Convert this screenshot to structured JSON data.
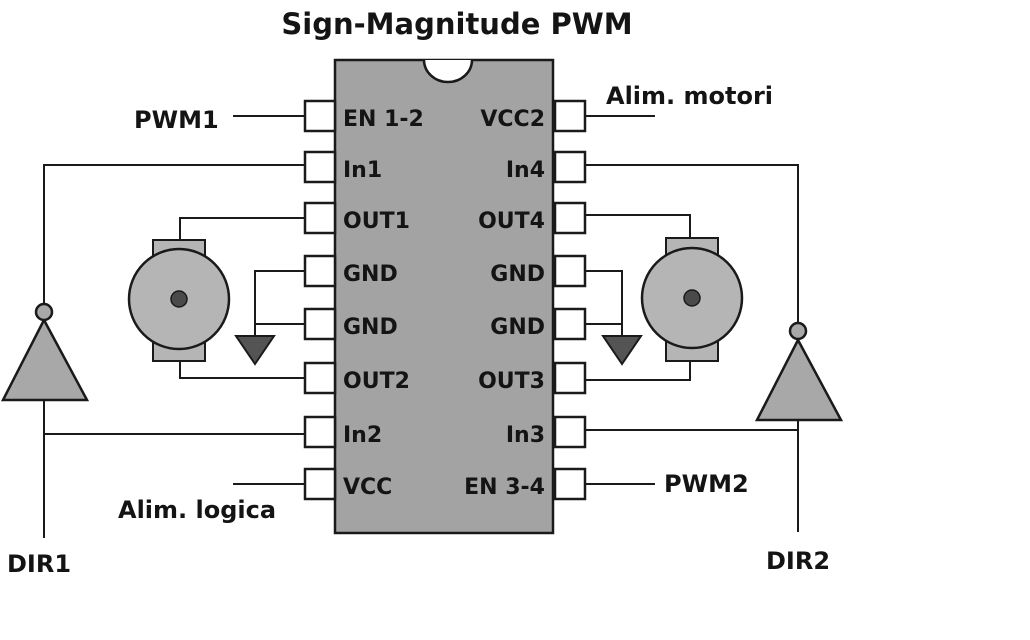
{
  "title": "Sign-Magnitude PWM",
  "colors": {
    "chip_body": "#a3a3a3",
    "component_fill": "#a8a8a8",
    "motor_fill": "#b5b5b5",
    "ground_fill": "#545454",
    "line": "#1a1a1a"
  },
  "chip": {
    "left_pins": [
      "EN 1-2",
      "In1",
      "OUT1",
      "GND",
      "GND",
      "OUT2",
      "In2",
      "VCC"
    ],
    "right_pins": [
      "VCC2",
      "In4",
      "OUT4",
      "GND",
      "GND",
      "OUT3",
      "In3",
      "EN 3-4"
    ]
  },
  "signals": {
    "pwm1": "PWM1",
    "pwm2": "PWM2",
    "dir1": "DIR1",
    "dir2": "DIR2",
    "alim_motori": "Alim. motori",
    "alim_logica": "Alim. logica"
  }
}
